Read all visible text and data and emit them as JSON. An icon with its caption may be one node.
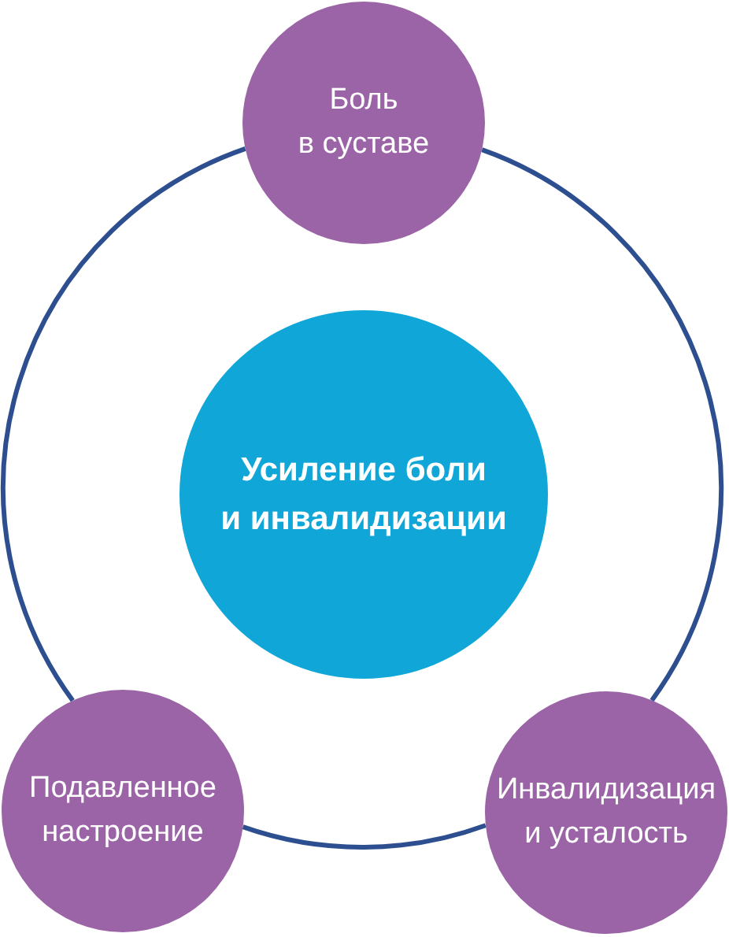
{
  "diagram": {
    "nodes": [
      {
        "text": [
          "Боль в суставе"
        ]
      },
      {
        "text": [
          "Усиление боли и инвалидизации"
        ]
      },
      {
        "text": [
          "Подавленное настроение"
        ]
      },
      {
        "text": [
          "Инвалидизация и усталость"
        ]
      }
    ],
    "edges": [
      {
        "from": 0,
        "to": 3,
        "arrow": "none"
      },
      {
        "from": 3,
        "to": 2,
        "arrow": "none"
      },
      {
        "from": 2,
        "to": 0,
        "arrow": "none"
      }
    ]
  }
}
